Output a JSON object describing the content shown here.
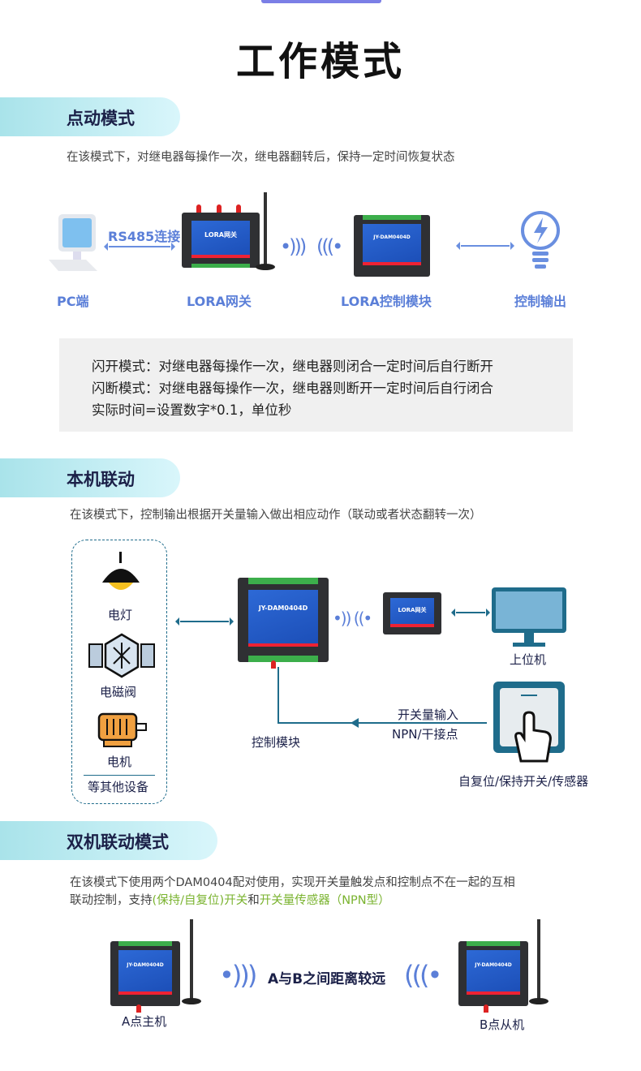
{
  "page_title": "工作模式",
  "colors": {
    "accent": "#5b7fd8",
    "header_pill": "#a9e3ea",
    "navy": "#1b2048",
    "highlight": "#7ab32f",
    "line": "#1f6c8b"
  },
  "section1": {
    "header": "点动模式",
    "desc": "在该模式下，对继电器每操作一次，继电器翻转后，保持一定时间恢复状态",
    "link_label": "RS485连接",
    "device_gateway_text": "LORA网关",
    "labels": {
      "pc": "PC端",
      "gateway": "LORA网关",
      "module": "LORA控制模块",
      "output": "控制输出"
    },
    "notes": [
      "闪开模式：对继电器每操作一次，继电器则闭合一定时间后自行断开",
      "闪断模式：对继电器每操作一次，继电器则断开一定时间后自行闭合",
      "实际时间=设置数字*0.1，单位秒"
    ]
  },
  "section2": {
    "header": "本机联动",
    "desc": "在该模式下，控制输出根据开关量输入做出相应动作（联动或者状态翻转一次）",
    "devices": [
      "电灯",
      "电磁阀",
      "电机"
    ],
    "others": "等其他设备",
    "module_text": "JY-DAM0404D",
    "gateway_text": "LORA网关",
    "host": "上位机",
    "input_label": "开关量输入",
    "input_type": "NPN/干接点",
    "module_label": "控制模块",
    "switch_label": "自复位/保持开关/传感器"
  },
  "section3": {
    "header": "双机联动模式",
    "desc_line1": "在该模式下使用两个DAM0404配对使用，实现开关量触发点和控制点不在一起的互相",
    "desc_line2_a": "联动控制，支持",
    "desc_line2_b": "(保持/自复位)开关",
    "desc_line2_c": "和",
    "desc_line2_d": "开关量传感器（NPN型）",
    "distance": "A与B之间距离较远",
    "module_text": "JY-DAM0404D",
    "label_a": "A点主机",
    "label_b": "B点从机"
  }
}
